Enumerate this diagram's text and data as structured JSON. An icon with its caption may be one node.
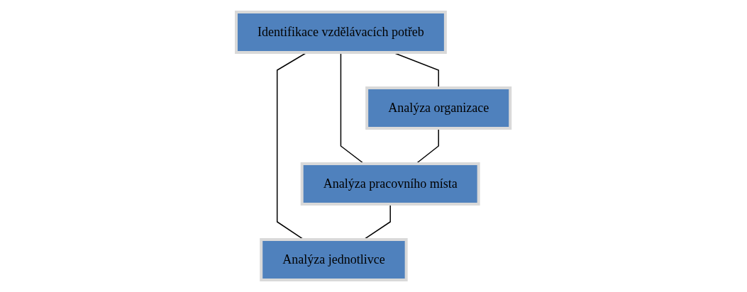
{
  "diagram": {
    "nodes": [
      {
        "text": [
          "Identifikace vzdělávacích potřeb"
        ]
      },
      {
        "text": [
          "Analýza organizace"
        ]
      },
      {
        "text": [
          "Analýza pracovního místa"
        ]
      },
      {
        "text": [
          "Analýza jednotlivce"
        ]
      }
    ],
    "edges": [
      {
        "from": 0,
        "to": 1,
        "arrow": "none"
      },
      {
        "from": 0,
        "to": 2,
        "arrow": "none"
      },
      {
        "from": 0,
        "to": 3,
        "arrow": "none"
      },
      {
        "from": 1,
        "to": 2,
        "arrow": "none"
      },
      {
        "from": 2,
        "to": 3,
        "arrow": "none"
      }
    ]
  }
}
